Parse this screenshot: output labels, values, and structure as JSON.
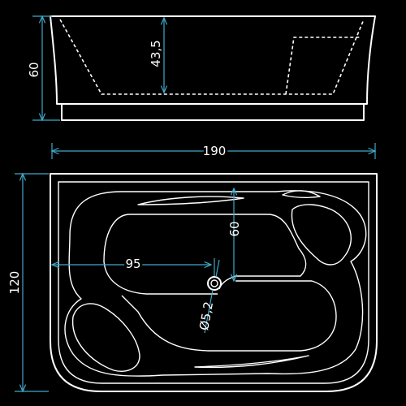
{
  "drawing": {
    "colors": {
      "outline": "#ffffff",
      "dimension_line": "#3fa9c9",
      "background": "#000000"
    },
    "dimensions": {
      "total_length": "190",
      "total_height": "60",
      "inner_depth": "43,5",
      "total_width": "120",
      "seat_width": "60",
      "drain_offset": "95",
      "drain_diameter": "Ø5,2"
    }
  }
}
